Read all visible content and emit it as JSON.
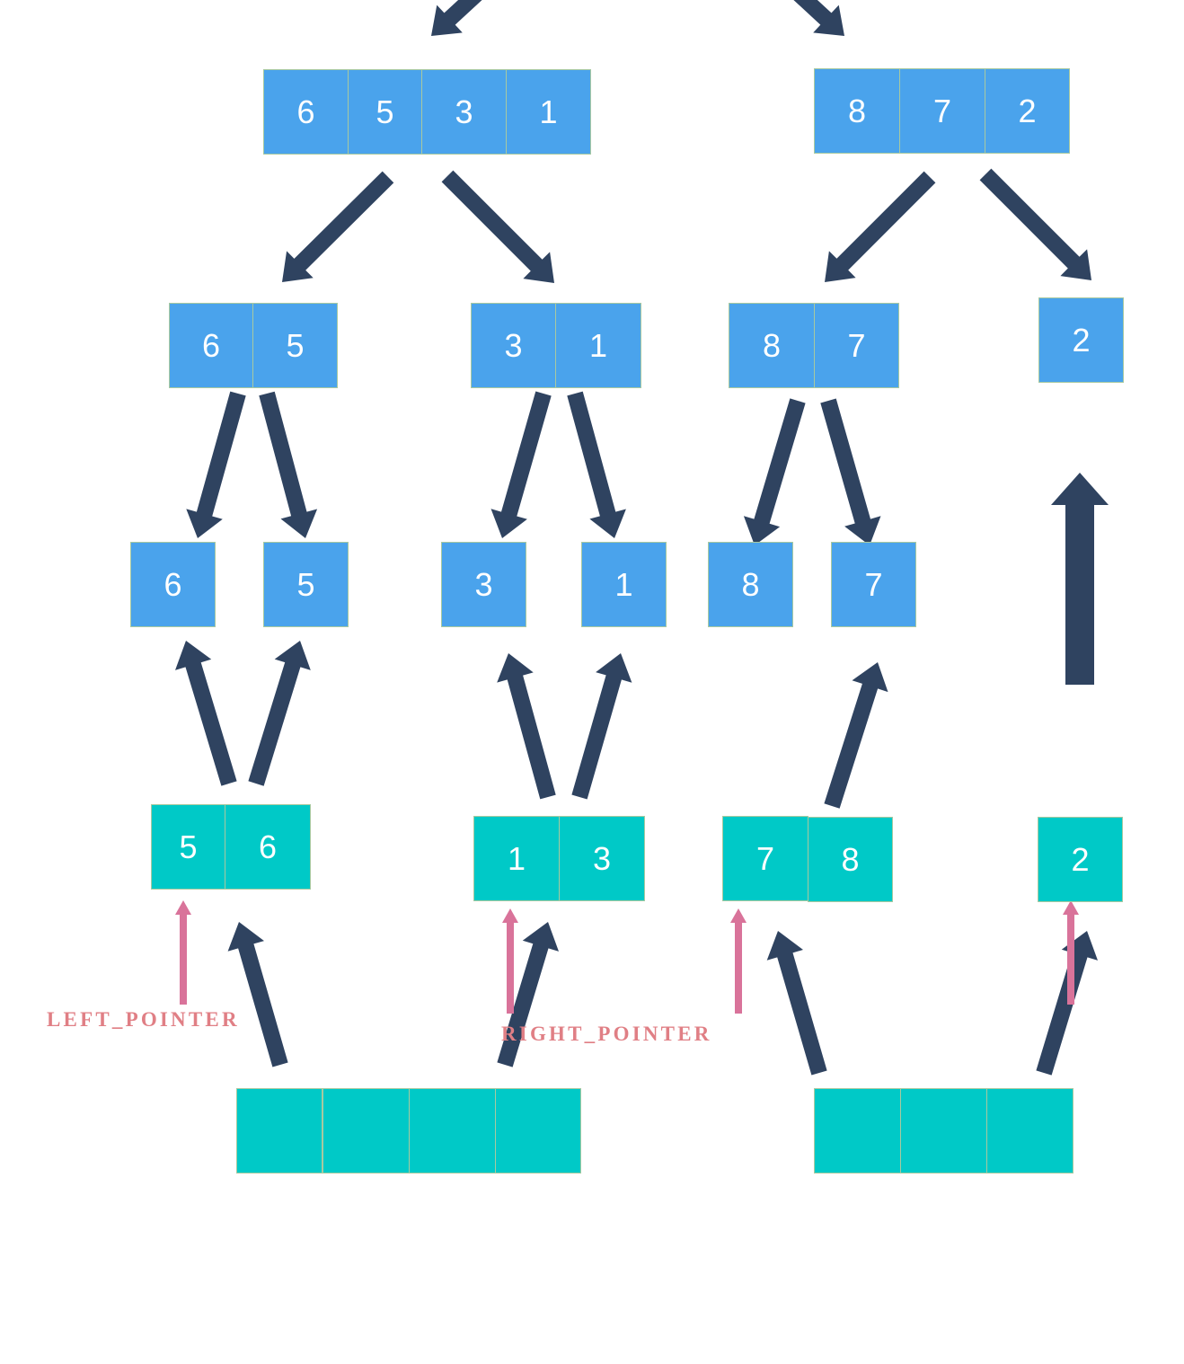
{
  "colors": {
    "unsorted_cell": "#4aa3ec",
    "merged_cell": "#00c9c7",
    "arrow": "#2f4360",
    "pointer": "#d9739a",
    "pointer_label": "#e07f85"
  },
  "split_levels": {
    "left_half": [
      "6",
      "5",
      "3",
      "1"
    ],
    "right_half": [
      "8",
      "7",
      "2"
    ],
    "pair_a": [
      "6",
      "5"
    ],
    "pair_b": [
      "3",
      "1"
    ],
    "pair_c": [
      "8",
      "7"
    ],
    "single_d": [
      "2"
    ],
    "leaves": [
      "6",
      "5",
      "3",
      "1",
      "8",
      "7"
    ]
  },
  "merge_levels": {
    "merged_a": [
      "5",
      "6"
    ],
    "merged_b": [
      "1",
      "3"
    ],
    "merged_c": [
      "7",
      "8"
    ],
    "merged_d": [
      "2"
    ],
    "result_left": [
      "",
      "",
      "",
      ""
    ],
    "result_right": [
      "",
      "",
      ""
    ]
  },
  "pointers": {
    "left_label": "LEFT_POINTER",
    "right_label": "RIGHT_POINTER"
  }
}
